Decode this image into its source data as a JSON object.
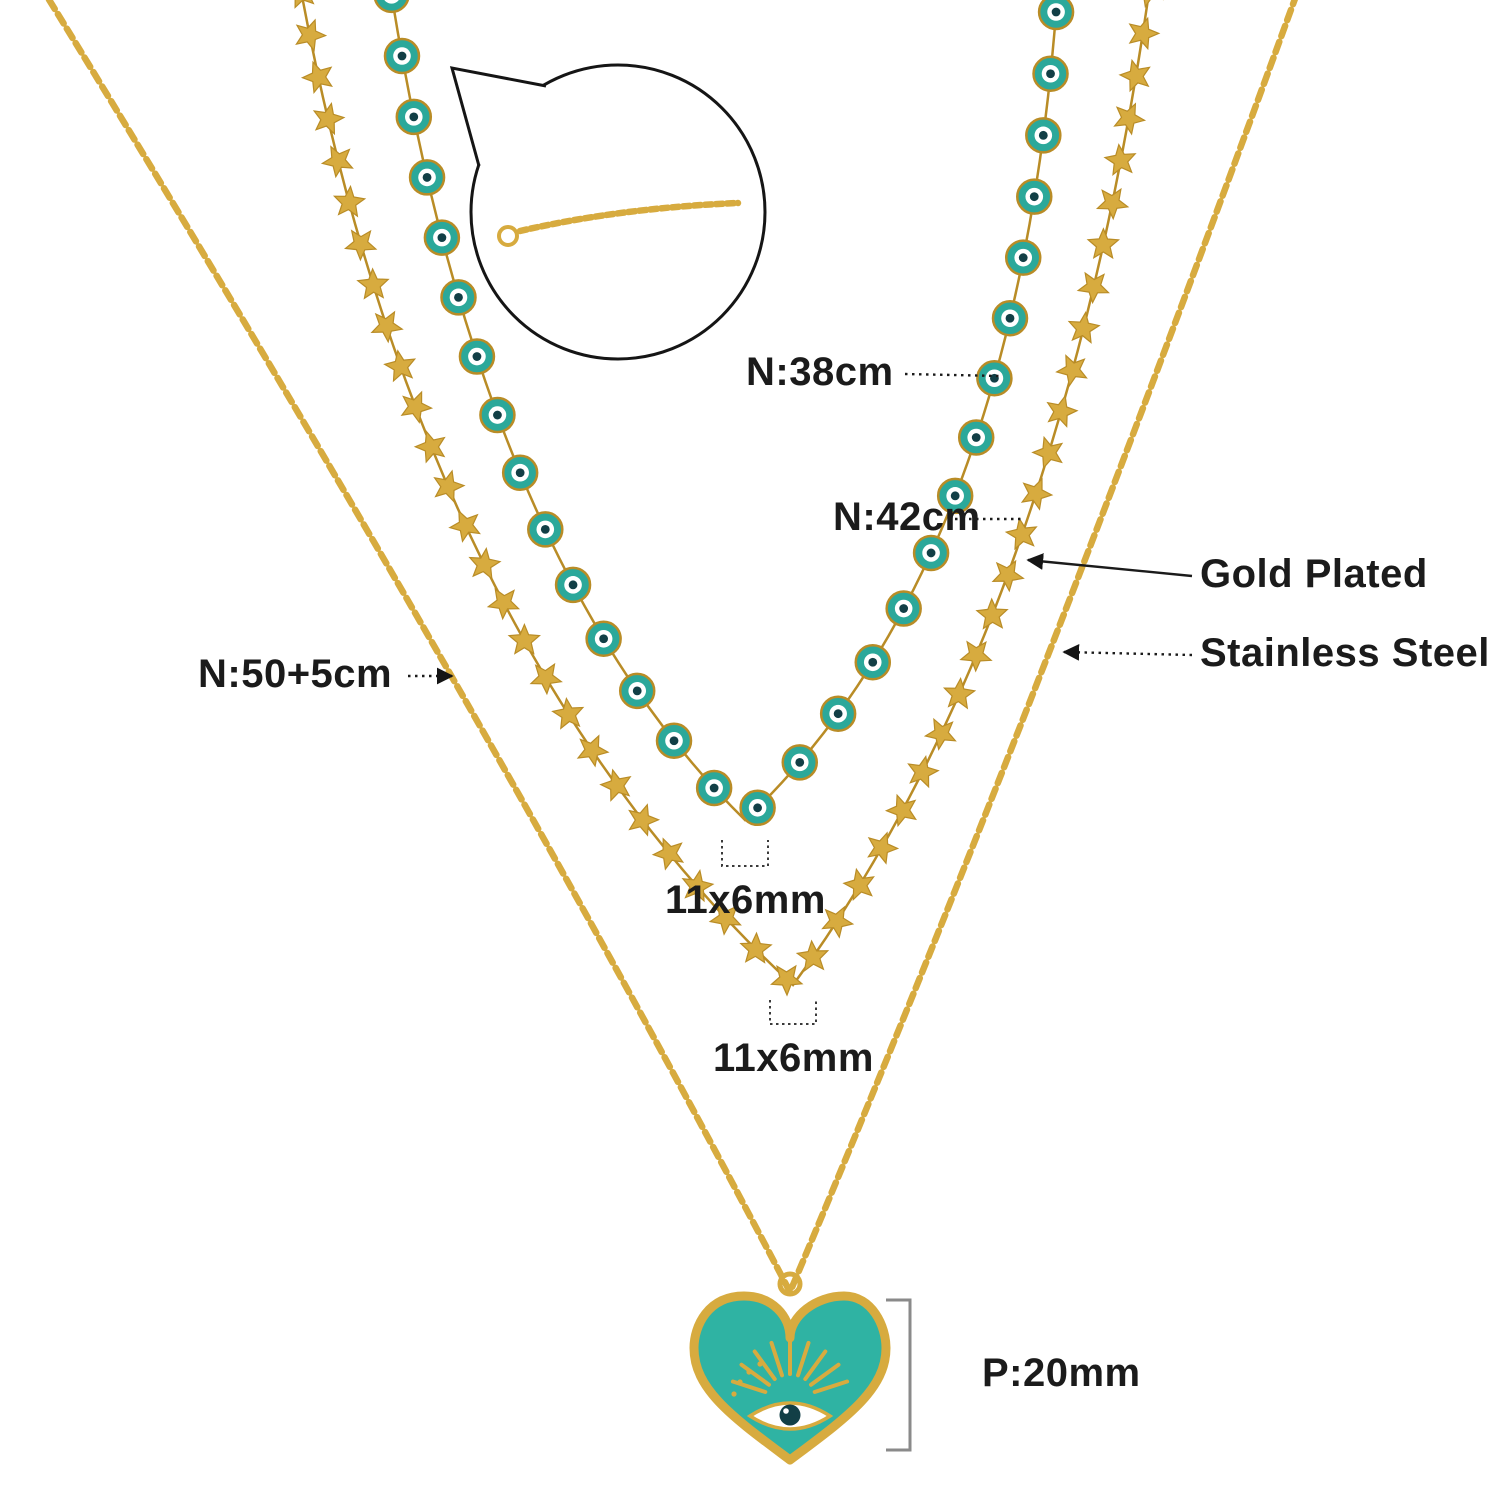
{
  "colors": {
    "background": "#ffffff",
    "gold": "#d7ab3f",
    "gold_deep": "#b98c26",
    "teal": "#2ba89a",
    "teal_heart": "#2fb3a3",
    "eye_pupil": "#123f46",
    "ink": "#1b1b1b"
  },
  "annotations": {
    "inner_chain": "N:38cm",
    "middle_chain": "N:42cm",
    "outer_chain": "N:50+5cm",
    "material_top": "Gold Plated",
    "material_bottom": "Stainless Steel",
    "bead_size": "11x6mm",
    "star_size": "11x6mm",
    "pendant_size": "P:20mm"
  }
}
